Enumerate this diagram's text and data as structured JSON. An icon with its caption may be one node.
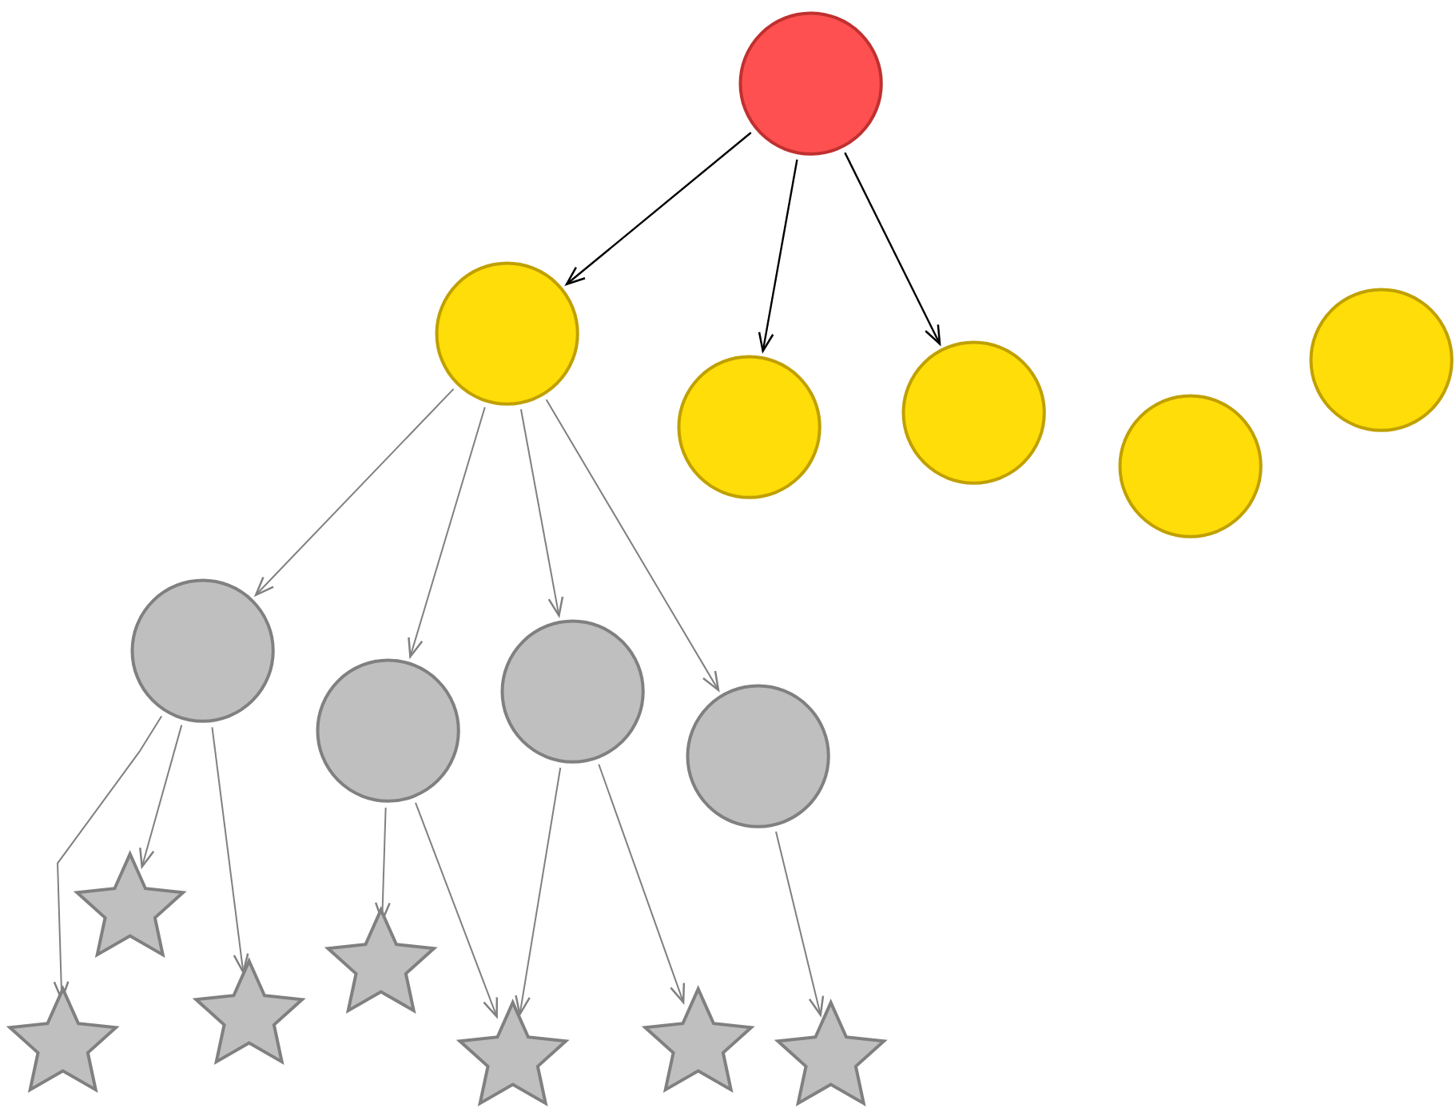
{
  "diagram": {
    "nodes": [
      {
        "text": [],
        "shape": "circle"
      },
      {
        "text": [],
        "shape": "circle"
      },
      {
        "text": [],
        "shape": "circle"
      },
      {
        "text": [],
        "shape": "circle"
      },
      {
        "text": [],
        "shape": "circle"
      },
      {
        "text": [],
        "shape": "circle"
      },
      {
        "text": [],
        "shape": "circle"
      },
      {
        "text": [],
        "shape": "circle"
      },
      {
        "text": [],
        "shape": "circle"
      },
      {
        "text": [],
        "shape": "circle"
      },
      {
        "text": [],
        "shape": "star"
      },
      {
        "text": [],
        "shape": "star"
      },
      {
        "text": [],
        "shape": "star"
      },
      {
        "text": [],
        "shape": "star"
      },
      {
        "text": [],
        "shape": "star"
      },
      {
        "text": [],
        "shape": "star"
      },
      {
        "text": [],
        "shape": "star"
      }
    ],
    "edges": [
      {
        "from": 0,
        "to": 1,
        "arrow": "to",
        "color": "#000000"
      },
      {
        "from": 0,
        "to": 2,
        "arrow": "to",
        "color": "#000000"
      },
      {
        "from": 0,
        "to": 3,
        "arrow": "to",
        "color": "#000000"
      },
      {
        "from": 1,
        "to": 6,
        "arrow": "to"
      },
      {
        "from": 1,
        "to": 7,
        "arrow": "to"
      },
      {
        "from": 1,
        "to": 8,
        "arrow": "to"
      },
      {
        "from": 1,
        "to": 9,
        "arrow": "to"
      },
      {
        "from": 6,
        "to": 10,
        "arrow": "to"
      },
      {
        "from": 6,
        "to": 11,
        "arrow": "to"
      },
      {
        "from": 6,
        "to": 12,
        "arrow": "to"
      },
      {
        "from": 7,
        "to": 13,
        "arrow": "to"
      },
      {
        "from": 7,
        "to": 14,
        "arrow": "to"
      },
      {
        "from": 8,
        "to": 14,
        "arrow": "to"
      },
      {
        "from": 8,
        "to": 15,
        "arrow": "to"
      },
      {
        "from": 9,
        "to": 16,
        "arrow": "to"
      }
    ]
  }
}
